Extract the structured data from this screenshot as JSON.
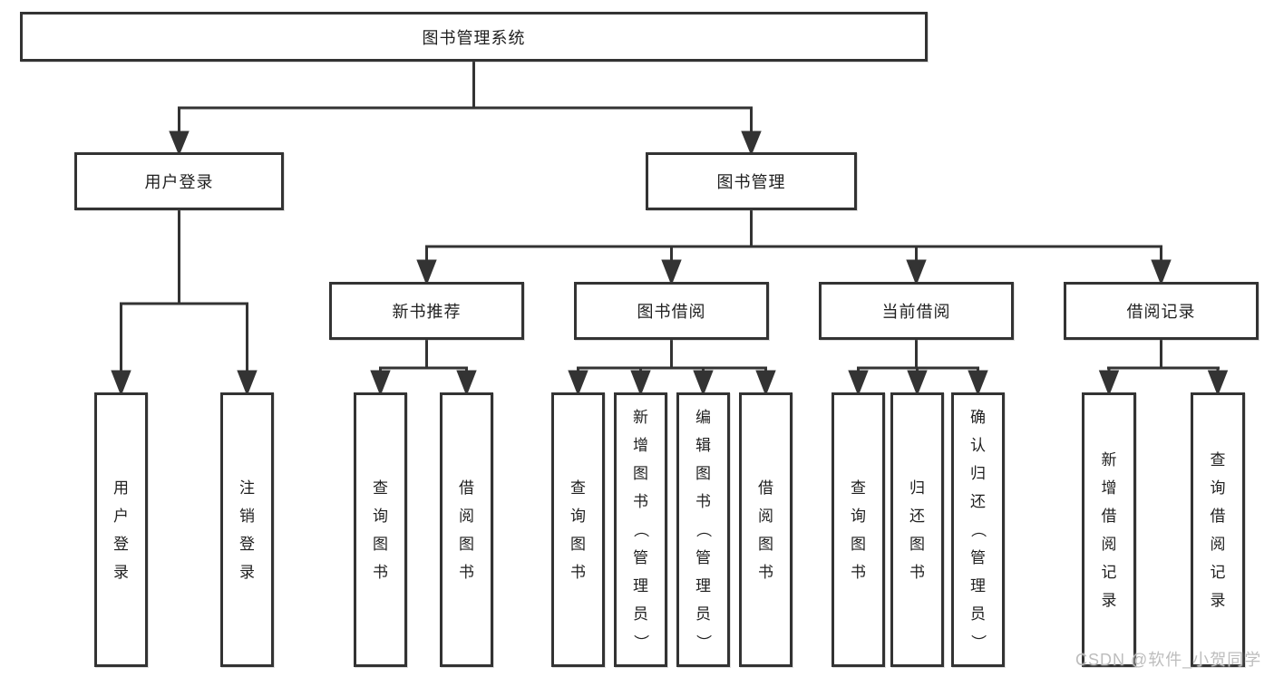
{
  "diagram": {
    "root": {
      "label": "图书管理系统",
      "children": [
        {
          "label": "用户登录",
          "children": [
            {
              "label": "用户登录"
            },
            {
              "label": "注销登录"
            }
          ]
        },
        {
          "label": "图书管理",
          "children": [
            {
              "label": "新书推荐",
              "children": [
                {
                  "label": "查询图书"
                },
                {
                  "label": "借阅图书"
                }
              ]
            },
            {
              "label": "图书借阅",
              "children": [
                {
                  "label": "查询图书"
                },
                {
                  "label": "新增图书（管理员）"
                },
                {
                  "label": "编辑图书（管理员）"
                },
                {
                  "label": "借阅图书"
                }
              ]
            },
            {
              "label": "当前借阅",
              "children": [
                {
                  "label": "查询图书"
                },
                {
                  "label": "归还图书"
                },
                {
                  "label": "确认归还（管理员）"
                }
              ]
            },
            {
              "label": "借阅记录",
              "children": [
                {
                  "label": "新增借阅记录"
                },
                {
                  "label": "查询借阅记录"
                }
              ]
            }
          ]
        }
      ]
    },
    "colors": {
      "line": "#333333",
      "box_border": "#333333",
      "text": "#1f1f1f",
      "watermark": "#bdbdbd"
    }
  },
  "watermark": {
    "text": "CSDN @软件_小贺同学"
  }
}
